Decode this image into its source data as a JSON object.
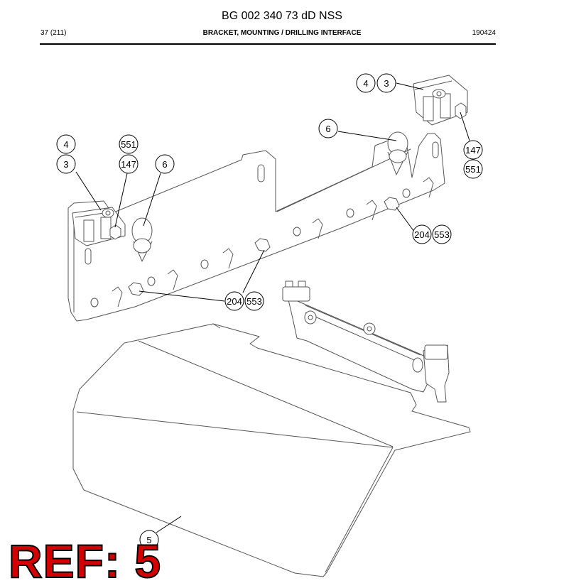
{
  "header": {
    "title": "BG 002 340 73 dD NSS",
    "page": "37 (211)",
    "description": "BRACKET, MOUNTING / DRILLING INTERFACE",
    "code": "190424"
  },
  "callouts": {
    "c4_tr": "4",
    "c3_tr": "3",
    "c6_tr": "6",
    "c147_r": "147",
    "c551_r": "551",
    "c4_l": "4",
    "c3_l": "3",
    "c551_l": "551",
    "c147_l": "147",
    "c6_l": "6",
    "c204_r": "204",
    "c553_r": "553",
    "c204_m": "204",
    "c553_m": "553",
    "c5": "5"
  },
  "ref_label": "REF: 5",
  "colors": {
    "line": "#555555",
    "ref_fill": "#d40000"
  }
}
